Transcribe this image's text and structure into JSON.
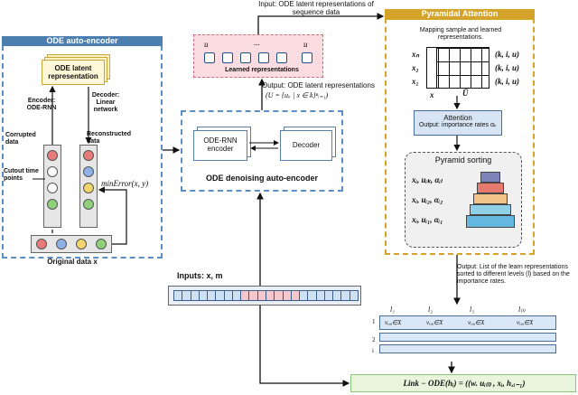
{
  "ode_autoencoder": {
    "title": "ODE auto-encoder",
    "latent_label": "ODE latent representation",
    "encoder_label": "Encoder: ODE-RNN",
    "decoder_label": "Decoder: Linear network",
    "corrupted_label": "Corrupted data",
    "reconstructed_label": "Reconstructed data",
    "cutout_label": "Cutout time points",
    "min_error": "minError(x, y)",
    "original_label": "Original data x"
  },
  "top": {
    "input_label": "Input: ODE latent representations of sequence data",
    "learned_label": "Learned representations",
    "u_first": "u",
    "u_last": "u",
    "ellipsis": "...",
    "output_label": "Output: ODE latent representations",
    "formula": "(U = {uᵢᵣ | x ∈ k}ⁿᵢ₌₁)"
  },
  "denoising": {
    "encoder": "ODE-RNN encoder",
    "decoder": "Decoder",
    "caption": "ODE denoising auto-encoder"
  },
  "inputs": {
    "label": "Inputs: x, m"
  },
  "pyramidal": {
    "title": "Pyramidal Attention",
    "mapping_text": "Mapping sample and learned representations.",
    "rows": [
      "xₙ",
      "x₂",
      "x₁"
    ],
    "triples": [
      "(k, i, u)",
      "(k, i, u)",
      "(k, i, u)"
    ],
    "x_axis": "x",
    "u_axis": "Ū",
    "attention": "Attention",
    "attention_output": "Output: importance rates αₖ",
    "pyramid_sorting": "Pyramid sorting",
    "sort_rows": [
      "xᵢ, uᵢₖ, αᵢₗ",
      "xᵢ, uᵢ₂, αᵢ₂",
      "xᵢ, uᵢ₁, αᵢ₁"
    ]
  },
  "output_list": "Output: List of the learn representations sorted to different levels (l) based on the importance rates.",
  "levels": {
    "headers": [
      "l₁",
      "l₂",
      "l₃",
      "l₍ₗ₎"
    ],
    "cells": [
      "vᵢ,ᵤ∈X",
      "vᵢ,ᵤ∈X",
      "vᵢ,ᵤ∈X",
      "vᵢ,ᵤ∈X"
    ],
    "row_labels": [
      "1",
      "2",
      "i"
    ]
  },
  "link_formula": "Link − ODE(hᵢ) = ((w. uᵢ₍ₗ₎ , xᵢ, hₓᵢ₋₁)",
  "colors": {
    "blue": "#5b8ec5",
    "gold": "#d4a42a",
    "green": "#8fc37a",
    "pink": "#f5c6cc"
  }
}
